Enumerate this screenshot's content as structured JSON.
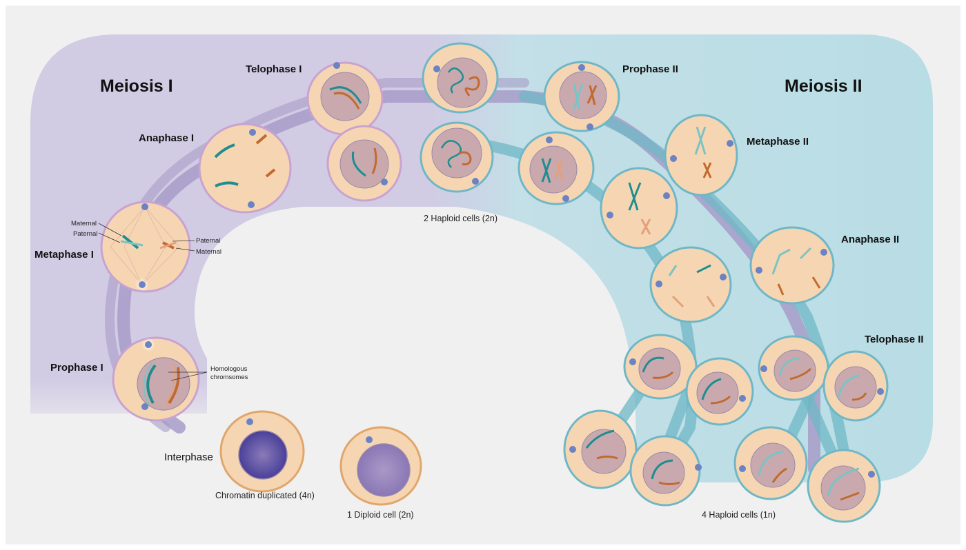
{
  "diagram": {
    "stages": {
      "meiosis1": "Meiosis I",
      "meiosis2": "Meiosis II"
    },
    "phases": {
      "interphase": "Interphase",
      "prophase1": "Prophase I",
      "metaphase1": "Metaphase I",
      "anaphase1": "Anaphase I",
      "telophase1": "Telophase I",
      "prophase2": "Prophase II",
      "metaphase2": "Metaphase II",
      "anaphase2": "Anaphase II",
      "telophase2": "Telophase II"
    },
    "labels": {
      "maternal_left": "Maternal",
      "paternal_left": "Paternal",
      "paternal_right": "Paternal",
      "maternal_right": "Maternal",
      "homologous_line1": "Homologous",
      "homologous_line2": "chromsomes"
    },
    "captions": {
      "chromatin": "Chromatin duplicated (4n)",
      "diploid": "1 Diploid cell (2n)",
      "haploid2": "2 Haploid cells (2n)",
      "haploid4": "4 Haploid cells (1n)"
    },
    "colors": {
      "meiosis1_bg": "#d3cde4",
      "meiosis2_bg": "#bfdfe6",
      "cell_fill": "#f6d6b2",
      "cell_border_orange": "#e0a66c",
      "nucleus": "#c9a9ad",
      "paternal_chromosome": "#1f8d8f",
      "maternal_chromosome": "#c26a2e",
      "centrosome": "#6b82c4"
    }
  }
}
